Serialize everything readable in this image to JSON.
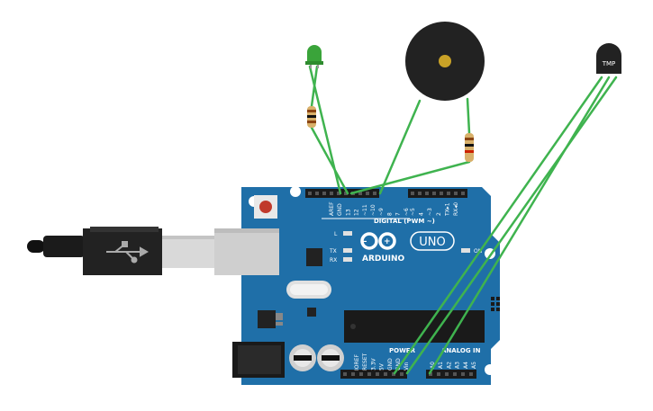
{
  "board": {
    "brand": "ARDUINO",
    "model": "UNO",
    "digital_label": "DIGITAL (PWM ~)",
    "power_label": "POWER",
    "analog_label": "ANALOG IN",
    "led_l": "L",
    "led_tx": "TX",
    "led_rx": "RX",
    "led_on": "ON",
    "digital_pins": [
      "AREF",
      "GND",
      "13",
      "12",
      "~11",
      "~10",
      "~9",
      "8",
      "7",
      "~6",
      "~5",
      "4",
      "~3",
      "2",
      "TX▸1",
      "RX◂0"
    ],
    "power_pins": [
      "IOREF",
      "RESET",
      "3.3V",
      "5V",
      "GND",
      "GND",
      "Vin"
    ],
    "analog_pins": [
      "A0",
      "A1",
      "A2",
      "A3",
      "A4",
      "A5"
    ]
  },
  "sensor": {
    "label": "TMP"
  },
  "colors": {
    "board": "#1f6fa8",
    "wire": "#3fb34f",
    "led": "#3aa43a",
    "buzzer": "#222222",
    "buzzer_center": "#c9a227"
  }
}
